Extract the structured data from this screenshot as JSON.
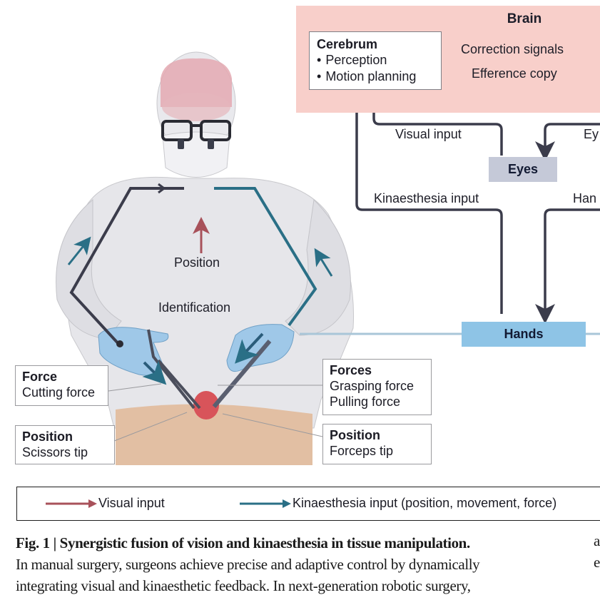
{
  "brain_panel": {
    "title": "Brain",
    "cerebrum": {
      "title": "Cerebrum",
      "items": [
        "Perception",
        "Motion planning"
      ]
    },
    "arrow_top_label": "Correction signals",
    "arrow_bottom_label": "Efference copy"
  },
  "flow_labels": {
    "visual_input": "Visual input",
    "eyes_partial": "Ey",
    "kinaesthesia_input": "Kinaesthesia input",
    "hands_partial": "Han"
  },
  "nodes": {
    "eyes": "Eyes",
    "hands": "Hands"
  },
  "figure_labels": {
    "position": "Position",
    "identification": "Identification"
  },
  "callouts": [
    {
      "title": "Force",
      "lines": [
        "Cutting force"
      ]
    },
    {
      "title": "Forces",
      "lines": [
        "Grasping force",
        "Pulling force"
      ]
    },
    {
      "title": "Position",
      "lines": [
        "Scissors tip"
      ]
    },
    {
      "title": "Position",
      "lines": [
        "Forceps tip"
      ]
    }
  ],
  "legend": {
    "visual": {
      "label": "Visual input",
      "color": "#a8515a"
    },
    "kinaesthesia": {
      "label": "Kinaesthesia input (position, movement, force)",
      "color": "#2a6f86"
    }
  },
  "colors": {
    "brain_panel": "#f8cfca",
    "dark_arrow": "#3b3c4b",
    "eyes_node": "#c5c9d8",
    "hands_node": "#8ec4e6",
    "glove": "#9fc8e8",
    "skin": "#e2bfa3",
    "tissue": "#d8545a"
  },
  "caption": {
    "title": "Fig. 1 | Synergistic fusion of vision and kinaesthesia in tissue manipulation.",
    "line1": "In manual surgery, surgeons achieve precise and adaptive control by dynamically",
    "line2": "integrating visual and kinaesthetic feedback. In next-generation robotic surgery,",
    "cut_right_1": "a",
    "cut_right_2": "e"
  }
}
